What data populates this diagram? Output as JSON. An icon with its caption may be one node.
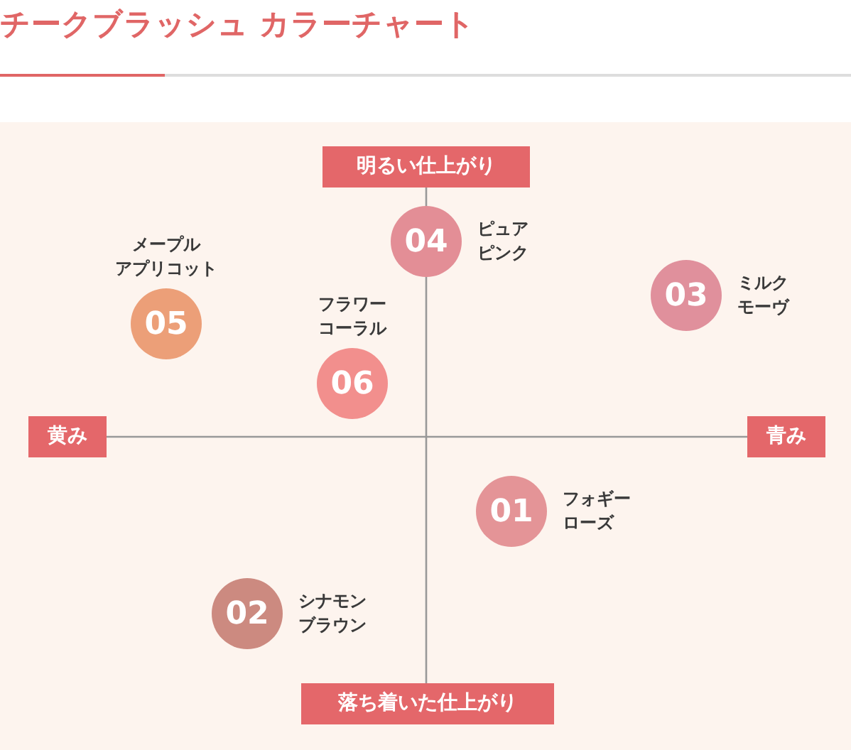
{
  "diagram": {
    "title": "チークブラッシュ カラーチャート",
    "nodes": [
      {
        "text": [
          "明るい仕上がり"
        ]
      },
      {
        "text": [
          "黄み"
        ]
      },
      {
        "text": [
          "青み"
        ]
      },
      {
        "text": [
          "落ち着いた仕上がり"
        ]
      },
      {
        "text": [
          "04"
        ],
        "beside": [
          "ピュアピンク"
        ]
      },
      {
        "text": [
          "05"
        ],
        "beside": [
          "メープルアプリコット"
        ]
      },
      {
        "text": [
          "03"
        ],
        "beside": [
          "ミルクモーヴ"
        ]
      },
      {
        "text": [
          "06"
        ],
        "beside": [
          "フラワーコーラル"
        ]
      },
      {
        "text": [
          "01"
        ],
        "beside": [
          "フォギーローズ"
        ]
      },
      {
        "text": [
          "02"
        ],
        "beside": [
          "シナモンブラウン"
        ]
      }
    ]
  }
}
